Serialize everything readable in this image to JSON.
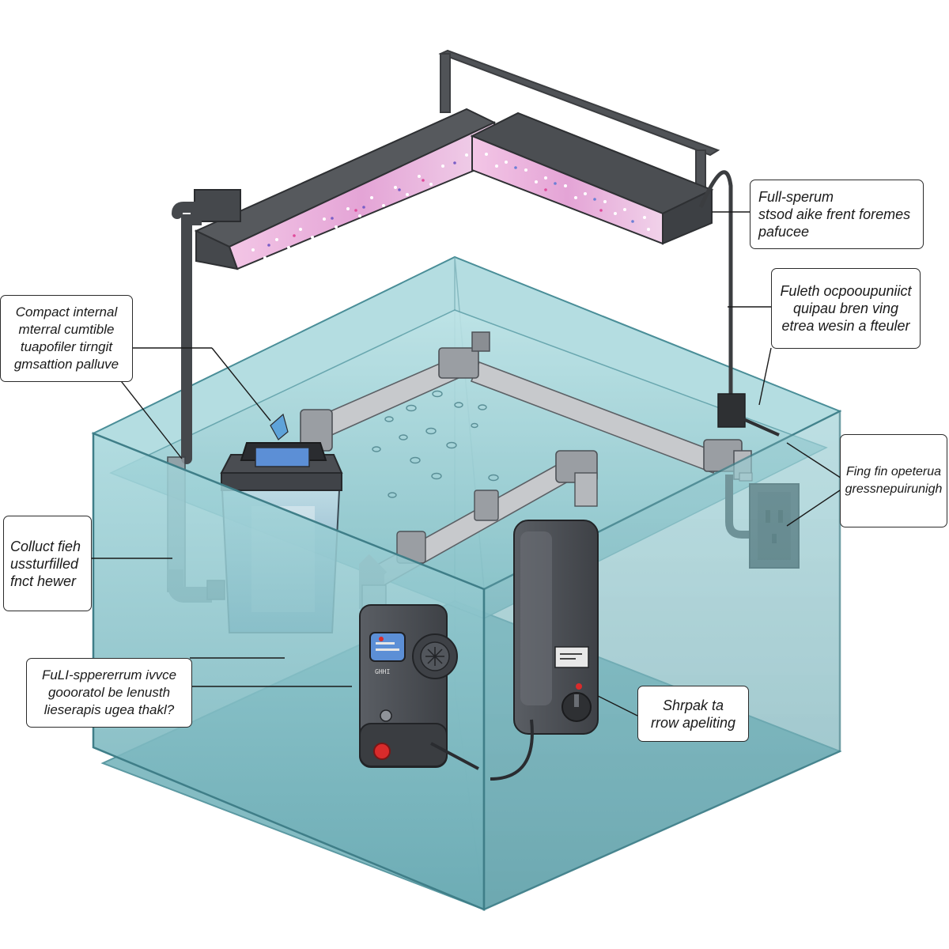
{
  "colors": {
    "water_top": "#a9d9de",
    "water_deep": "#6fb0b8",
    "glass_edge": "#4a8e98",
    "device_dark": "#4a4d52",
    "pipe_grey": "#c7c9cc",
    "led_pink": "#e8a7d9",
    "frame_dark": "#3b3d40",
    "accent_red": "#d92b2b",
    "screen_blue": "#5c8fd6"
  },
  "labels": {
    "light_note": {
      "lines": [
        "Full-sperum",
        "stsod aike frent foremes",
        "pafucee"
      ]
    },
    "airline_note": {
      "lines": [
        "Fuleth ocpooupuniict",
        "quipau bren ving",
        "etrea wesin a fteuler"
      ]
    },
    "socket_note": {
      "lines": [
        "Fing fin opeterua",
        "gressnepuirunigh"
      ]
    },
    "filter_note": {
      "lines": [
        "Compact internal",
        "mterral cumtible",
        "tuapofiler tirngit",
        "gmsattion palluve"
      ]
    },
    "heater_note": {
      "lines": [
        "Colluct fieh",
        "ussturfilled",
        "fnct hewer"
      ]
    },
    "pump_note": {
      "lines": [
        "FuLI-sppererrum ivvce",
        "goooratol be lenusth",
        "lieserapis ugea thakl?"
      ]
    },
    "control_note": {
      "lines": [
        "Shrpak ta",
        "rrow apeliting"
      ]
    }
  },
  "pump_device": {
    "panel_text": "GHHI"
  },
  "icons": [
    "led-light-bar",
    "power-socket-icon",
    "control-knob-icon",
    "power-button-icon"
  ]
}
